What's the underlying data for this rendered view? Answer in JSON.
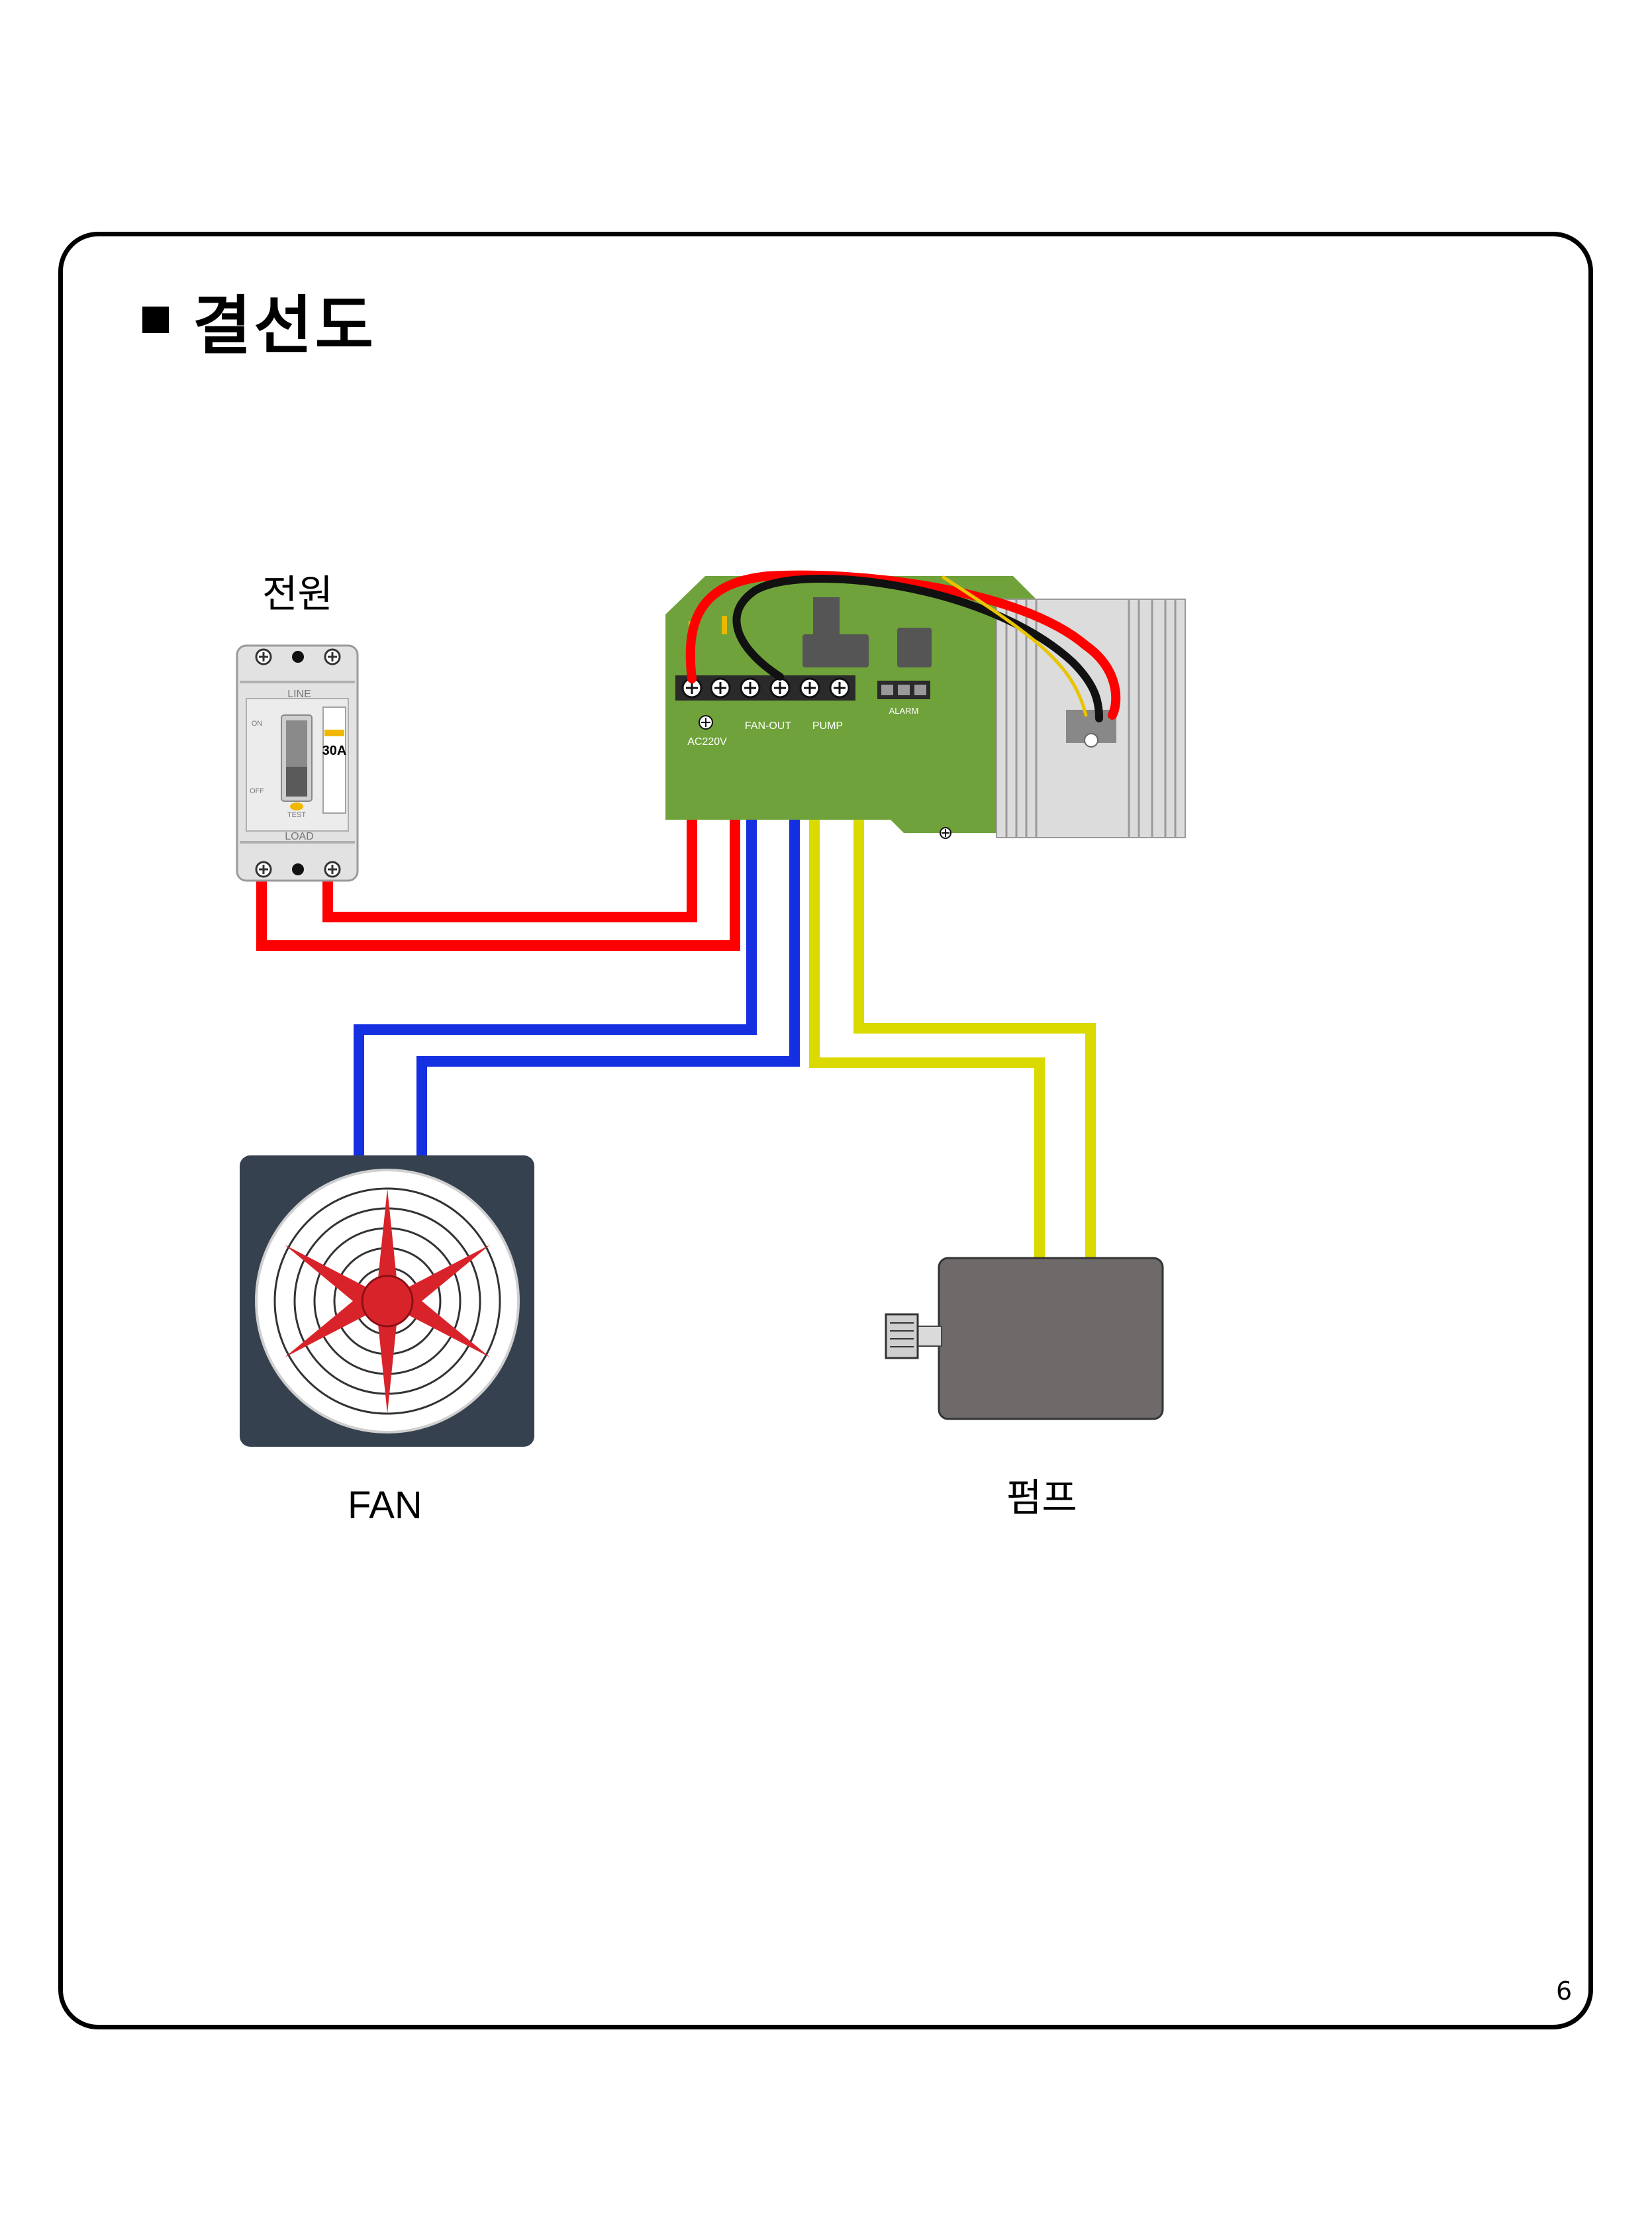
{
  "title": "결선도",
  "labels": {
    "power": "전원",
    "fan": "FAN",
    "pump": "펌프"
  },
  "breaker": {
    "line": "LINE",
    "load": "LOAD",
    "on": "ON",
    "off": "OFF",
    "test": "TEST",
    "rating": "30A"
  },
  "controller": {
    "ac220v": "AC220V",
    "fan_out": "FAN-OUT",
    "pump": "PUMP",
    "alarm": "ALARM"
  },
  "page_number": "6",
  "colors": {
    "live_wire": "#ff0000",
    "fan_wire": "#1530e0",
    "pump_wire": "#dada00",
    "board": "#6fa23a",
    "fan_body": "#36414f",
    "fan_blade": "#d9232a",
    "pump_body": "#6f6a6a"
  }
}
